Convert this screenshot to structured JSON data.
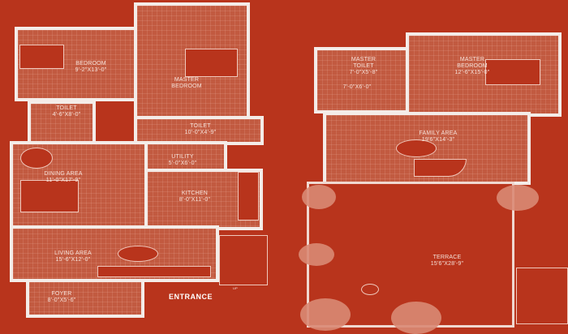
{
  "left_plan": {
    "bedroom": {
      "name": "BEDROOM",
      "size": "9'-2\"X13'-0\""
    },
    "master_bedroom": {
      "name": "MASTER BEDROOM"
    },
    "toilet_1": {
      "name": "TOILET",
      "size": "4'-6\"X8'-0\""
    },
    "toilet_2": {
      "name": "TOILET",
      "size": "10'-0\"X4'-9\""
    },
    "utility": {
      "name": "UTILITY",
      "size": "5'-0\"X6'-0\""
    },
    "dining": {
      "name": "DINING AREA",
      "size": "11'-0\"X17'-9\""
    },
    "kitchen": {
      "name": "KITCHEN",
      "size": "8'-0\"X11'-0\""
    },
    "living": {
      "name": "LIVING AREA",
      "size": "15'-6\"X12'-0\""
    },
    "foyer": {
      "name": "FOYER",
      "size": "8'-0\"X5'-6\""
    },
    "entrance": "ENTRANCE",
    "stair_label": "UP"
  },
  "right_plan": {
    "master_toilet": {
      "name": "MASTER TOILET",
      "size": "7'-0\"X5'-8\""
    },
    "dress": {
      "size": "7'-0\"X6'-0\""
    },
    "master_bedroom": {
      "name": "MASTER BEDROOM",
      "size": "12'-6\"X15'-0\""
    },
    "family": {
      "name": "FAMILY AREA",
      "size": "19'6\"X14'-3\""
    },
    "terrace": {
      "name": "TERRACE",
      "size": "15'6\"X28'-9\""
    }
  },
  "colors": {
    "background": "#b8341c",
    "floor": "#c25a40",
    "wall": "#f4ece8"
  }
}
